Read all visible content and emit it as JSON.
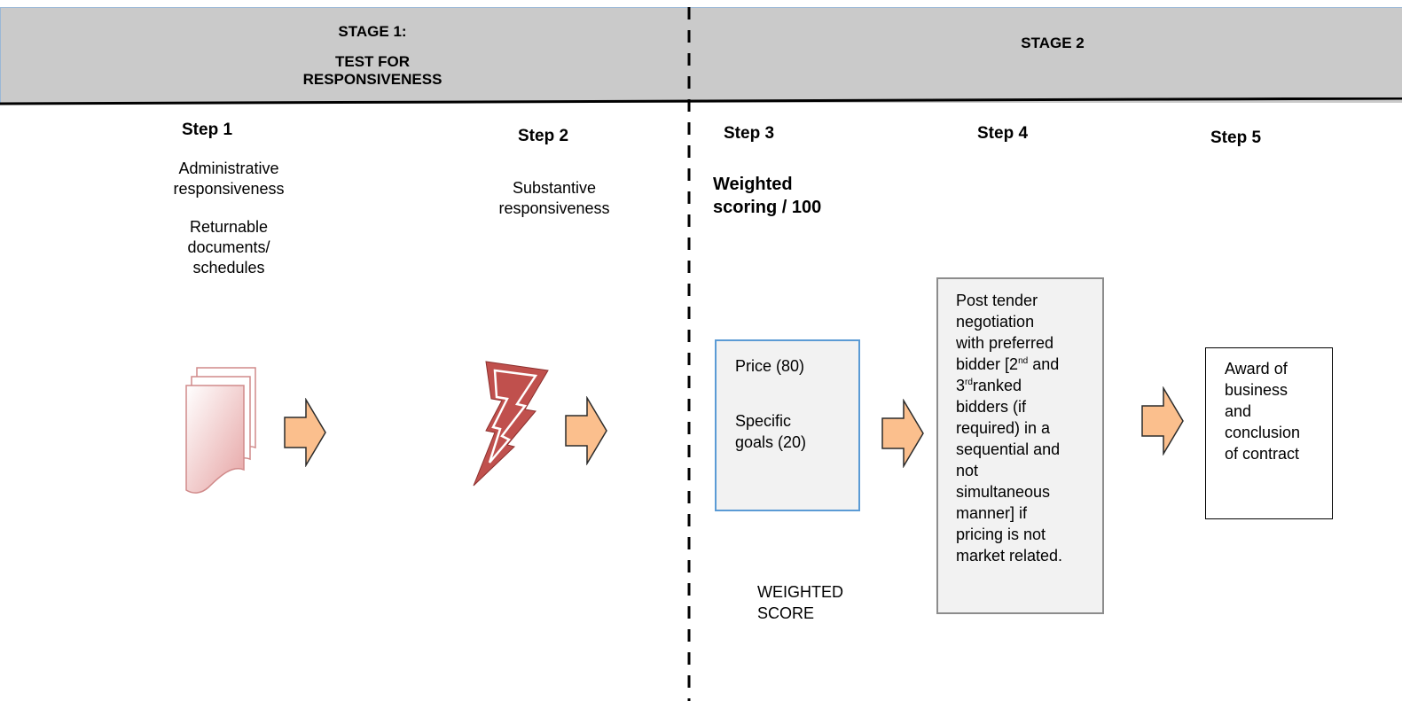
{
  "stages": {
    "stage1": {
      "line1": "STAGE 1:",
      "line2": "TEST FOR",
      "line3": "RESPONSIVENESS"
    },
    "stage2": {
      "label": "STAGE 2"
    }
  },
  "steps": [
    {
      "label": "Step 1",
      "lines": [
        "Administrative",
        "responsiveness"
      ],
      "extra_lines": [
        "Returnable",
        "documents/",
        "schedules"
      ],
      "icon": "documents-stack-icon"
    },
    {
      "label": "Step 2",
      "lines": [
        "Substantive",
        "responsiveness"
      ],
      "icon": "lightning-bolt-icon"
    },
    {
      "label": "Step 3",
      "heading_lines": [
        "Weighted",
        "scoring / 100"
      ],
      "box_lines": [
        "Price (80)",
        "Specific",
        "goals (20)"
      ],
      "footer_lines": [
        "WEIGHTED",
        "SCORE"
      ]
    },
    {
      "label": "Step 4",
      "box_lines": [
        "Post tender",
        "negotiation",
        "with preferred"
      ],
      "box_bidder": {
        "pre": "bidder [2",
        "sup1": "nd",
        "post1": " and"
      },
      "box_third": {
        "pre": "3",
        "sup2": "rd",
        "post2": "ranked"
      },
      "box_lines_after": [
        "bidders (if",
        "required) in a",
        "sequential and",
        "not",
        "simultaneous",
        "manner] if",
        "pricing is not",
        "market related."
      ]
    },
    {
      "label": "Step 5",
      "box_lines": [
        "Award of",
        "business",
        "and",
        "conclusion",
        "of contract"
      ]
    }
  ],
  "colors": {
    "header": "#cacaca",
    "arrow_fill": "#fbbf8d",
    "arrow_stroke": "#2b2b2b",
    "box_border_blue": "#5b9bd5",
    "bolt": "#c0504d",
    "docs": "#c0504d"
  }
}
